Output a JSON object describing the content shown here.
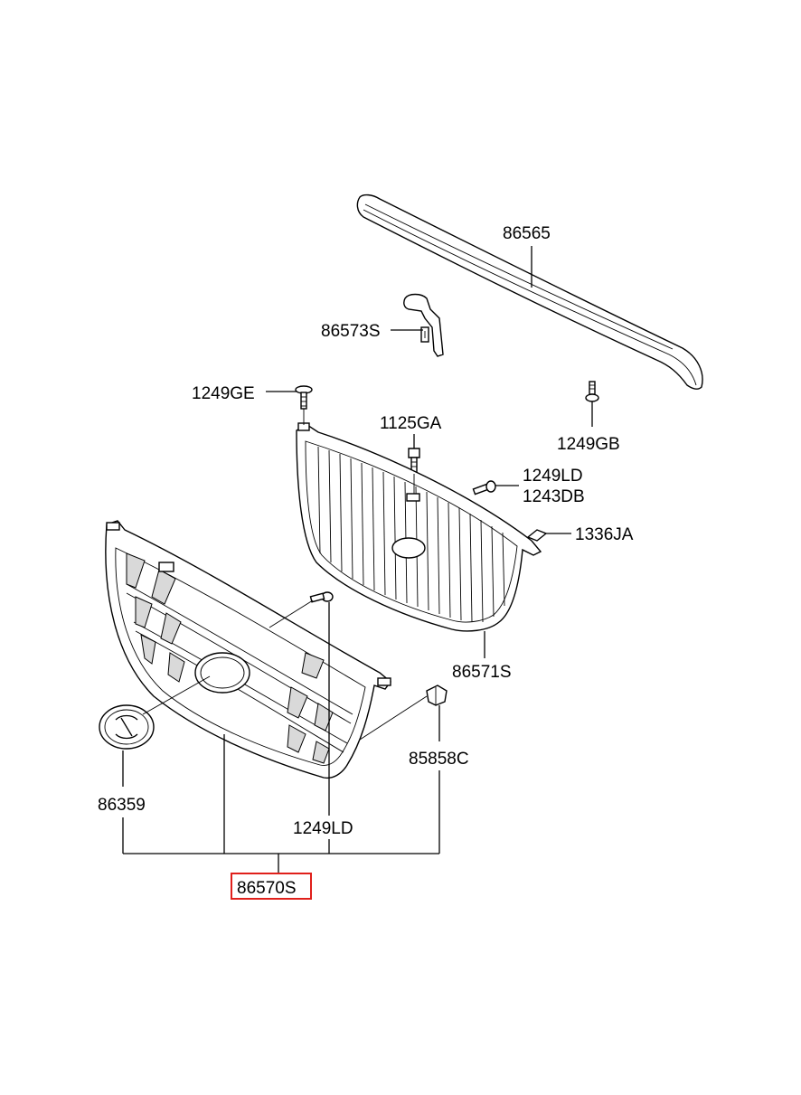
{
  "diagram": {
    "colors": {
      "line": "#000000",
      "highlight": "#e0201b",
      "background": "#ffffff"
    },
    "parts": [
      {
        "id": "p86565",
        "number": "86565"
      },
      {
        "id": "p86573S",
        "number": "86573S"
      },
      {
        "id": "p1249GE",
        "number": "1249GE"
      },
      {
        "id": "p1125GA",
        "number": "1125GA"
      },
      {
        "id": "p1249GB",
        "number": "1249GB"
      },
      {
        "id": "p1249LD_top",
        "number": "1249LD"
      },
      {
        "id": "p1243DB",
        "number": "1243DB"
      },
      {
        "id": "p1336JA",
        "number": "1336JA"
      },
      {
        "id": "p86571S",
        "number": "86571S"
      },
      {
        "id": "p85858C",
        "number": "85858C"
      },
      {
        "id": "p86359",
        "number": "86359"
      },
      {
        "id": "p1249LD_bottom",
        "number": "1249LD"
      },
      {
        "id": "p86570S",
        "number": "86570S",
        "highlighted": true
      }
    ]
  }
}
